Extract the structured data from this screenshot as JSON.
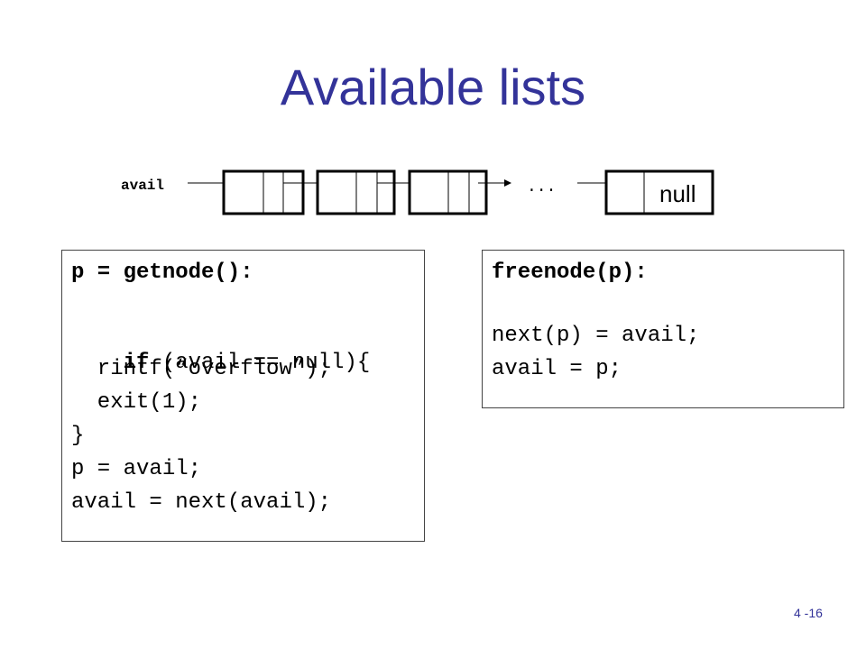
{
  "slide": {
    "title": "Available lists",
    "page_number": "4 -16"
  },
  "diagram": {
    "head_label": "avail",
    "ellipsis": "...",
    "last_node_value": "null",
    "node_count": 4
  },
  "getnode_box": {
    "heading": "p = getnode():",
    "lines": [
      {
        "kw": "if",
        "rest": " (avail == null){"
      },
      {
        "text": "  rintf(“overflow”);"
      },
      {
        "text": "  exit(1);"
      },
      {
        "text": "}"
      },
      {
        "text": "p = avail;"
      },
      {
        "text": "avail = next(avail);"
      }
    ]
  },
  "freenode_box": {
    "heading": "freenode(p):",
    "lines": [
      {
        "text": "next(p) = avail;"
      },
      {
        "text": "avail = p;"
      }
    ]
  }
}
